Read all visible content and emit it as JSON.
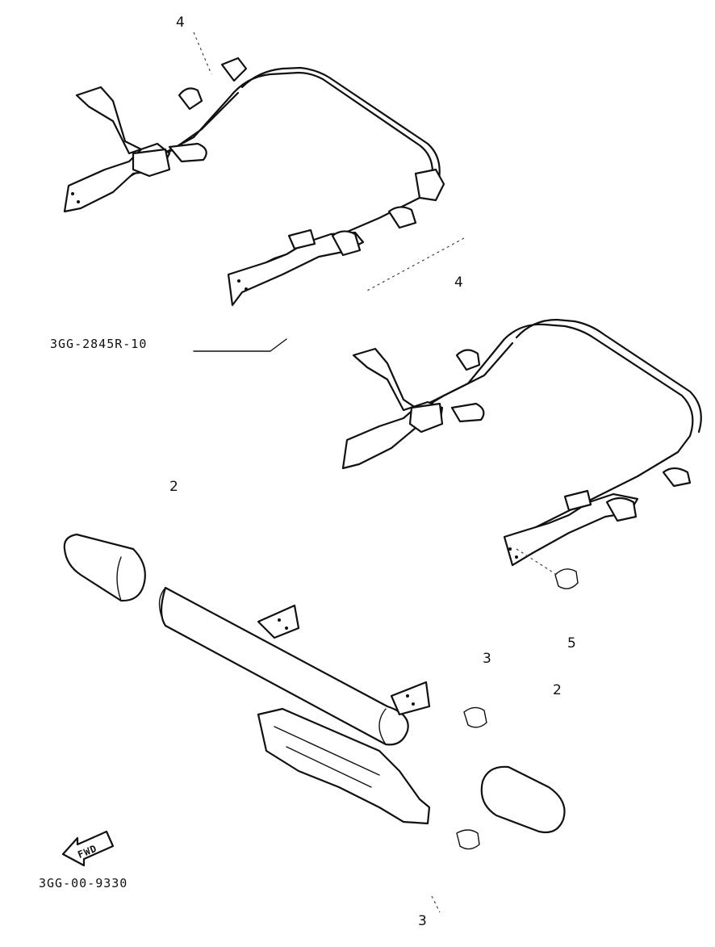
{
  "callouts": {
    "top_frame_label": "4",
    "right_frame_label": "4",
    "left_cap_label": "2",
    "right_cap_label": "2",
    "bolt_label_5": "5",
    "bolt_label_3_upper": "3",
    "bolt_label_3_lower": "3"
  },
  "part_number": "3GG-2845R-10",
  "diagram_code": "3GG-00-9330",
  "fwd_arrow_text": "FWD"
}
